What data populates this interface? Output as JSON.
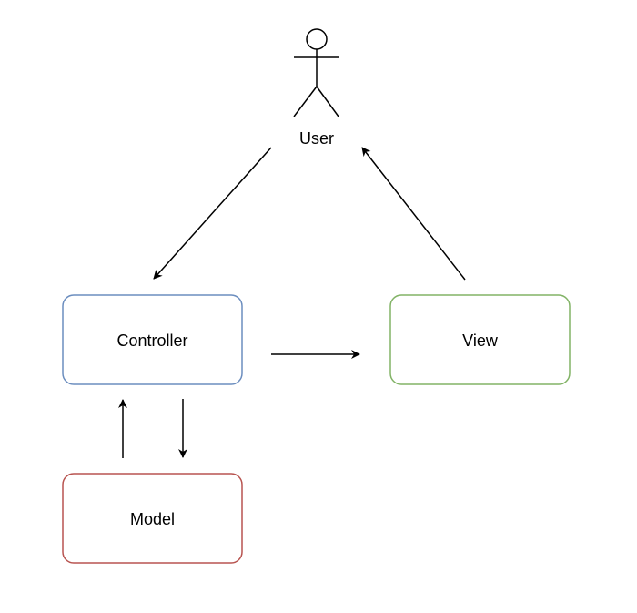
{
  "diagram": {
    "actor": {
      "label": "User",
      "icon": "stick-figure-icon"
    },
    "nodes": {
      "controller": {
        "label": "Controller",
        "stroke": "#6c8ebf"
      },
      "view": {
        "label": "View",
        "stroke": "#82b366"
      },
      "model": {
        "label": "Model",
        "stroke": "#b85450"
      }
    },
    "edges": [
      {
        "from": "User",
        "to": "Controller"
      },
      {
        "from": "Controller",
        "to": "View"
      },
      {
        "from": "View",
        "to": "User"
      },
      {
        "from": "Model",
        "to": "Controller"
      },
      {
        "from": "Controller",
        "to": "Model"
      }
    ],
    "colors": {
      "arrow": "#000000",
      "background": "#ffffff"
    }
  }
}
